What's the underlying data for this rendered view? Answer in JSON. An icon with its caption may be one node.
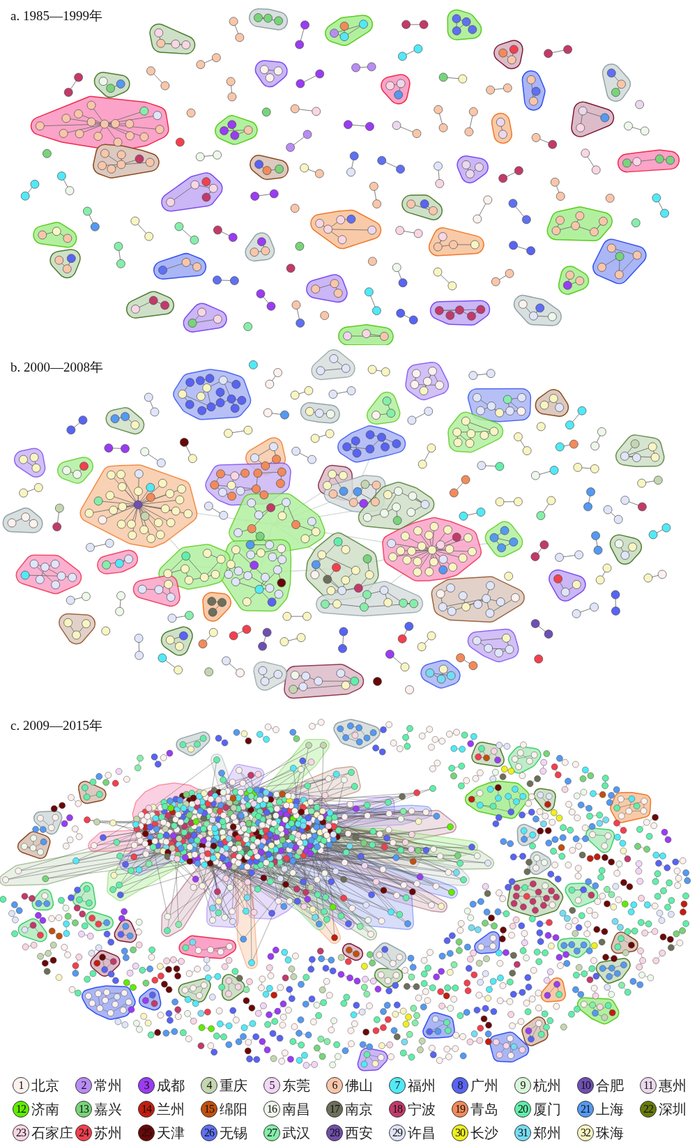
{
  "diagram": {
    "labels": [
      "a. 1985—1999年",
      "b. 2000—2008年",
      "c. 2009—2015年",
      "1",
      "2",
      "3",
      "4",
      "5",
      "6",
      "7",
      "8",
      "9",
      "10",
      "11",
      "12",
      "13",
      "14",
      "15",
      "16",
      "17",
      "18",
      "19",
      "20",
      "21",
      "22",
      "23",
      "24",
      "25",
      "26",
      "27",
      "28",
      "29",
      "30",
      "31",
      "32"
    ],
    "legend": [
      {
        "text": "北京",
        "color": "#fdf1ee"
      },
      {
        "text": "常州",
        "color": "#b98cf3"
      },
      {
        "text": "成都",
        "color": "#9a3cf2"
      },
      {
        "text": "重庆",
        "color": "#c4d6b0"
      },
      {
        "text": "东莞",
        "color": "#f2d6f6"
      },
      {
        "text": "佛山",
        "color": "#f9c6aa"
      },
      {
        "text": "福州",
        "color": "#52e9f6"
      },
      {
        "text": "广州",
        "color": "#5864f2"
      },
      {
        "text": "杭州",
        "color": "#d9f6d8"
      },
      {
        "text": "合肥",
        "color": "#6f4fb2"
      },
      {
        "text": "惠州",
        "color": "#ebd8ec"
      },
      {
        "text": "济南",
        "color": "#62ec00"
      },
      {
        "text": "嘉兴",
        "color": "#78d47a"
      },
      {
        "text": "兰州",
        "color": "#c21e0e"
      },
      {
        "text": "绵阳",
        "color": "#c2500e"
      },
      {
        "text": "南昌",
        "color": "#eef8ea"
      },
      {
        "text": "南京",
        "color": "#6d6f5a"
      },
      {
        "text": "宁波",
        "color": "#c23a6a"
      },
      {
        "text": "青岛",
        "color": "#f28a5a"
      },
      {
        "text": "厦门",
        "color": "#62eeaa"
      },
      {
        "text": "上海",
        "color": "#5599f0"
      },
      {
        "text": "深圳",
        "color": "#687a0c"
      },
      {
        "text": "石家庄",
        "color": "#f9d6e4"
      },
      {
        "text": "苏州",
        "color": "#f2404e"
      },
      {
        "text": "天津",
        "color": "#680808"
      },
      {
        "text": "无锡",
        "color": "#5f70f2"
      },
      {
        "text": "武汉",
        "color": "#86eeaa"
      },
      {
        "text": "西安",
        "color": "#6f4fa8"
      },
      {
        "text": "许昌",
        "color": "#e0e5f9"
      },
      {
        "text": "长沙",
        "color": "#eef020"
      },
      {
        "text": "郑州",
        "color": "#76dcf2"
      },
      {
        "text": "珠海",
        "color": "#f9f5c2"
      }
    ]
  }
}
